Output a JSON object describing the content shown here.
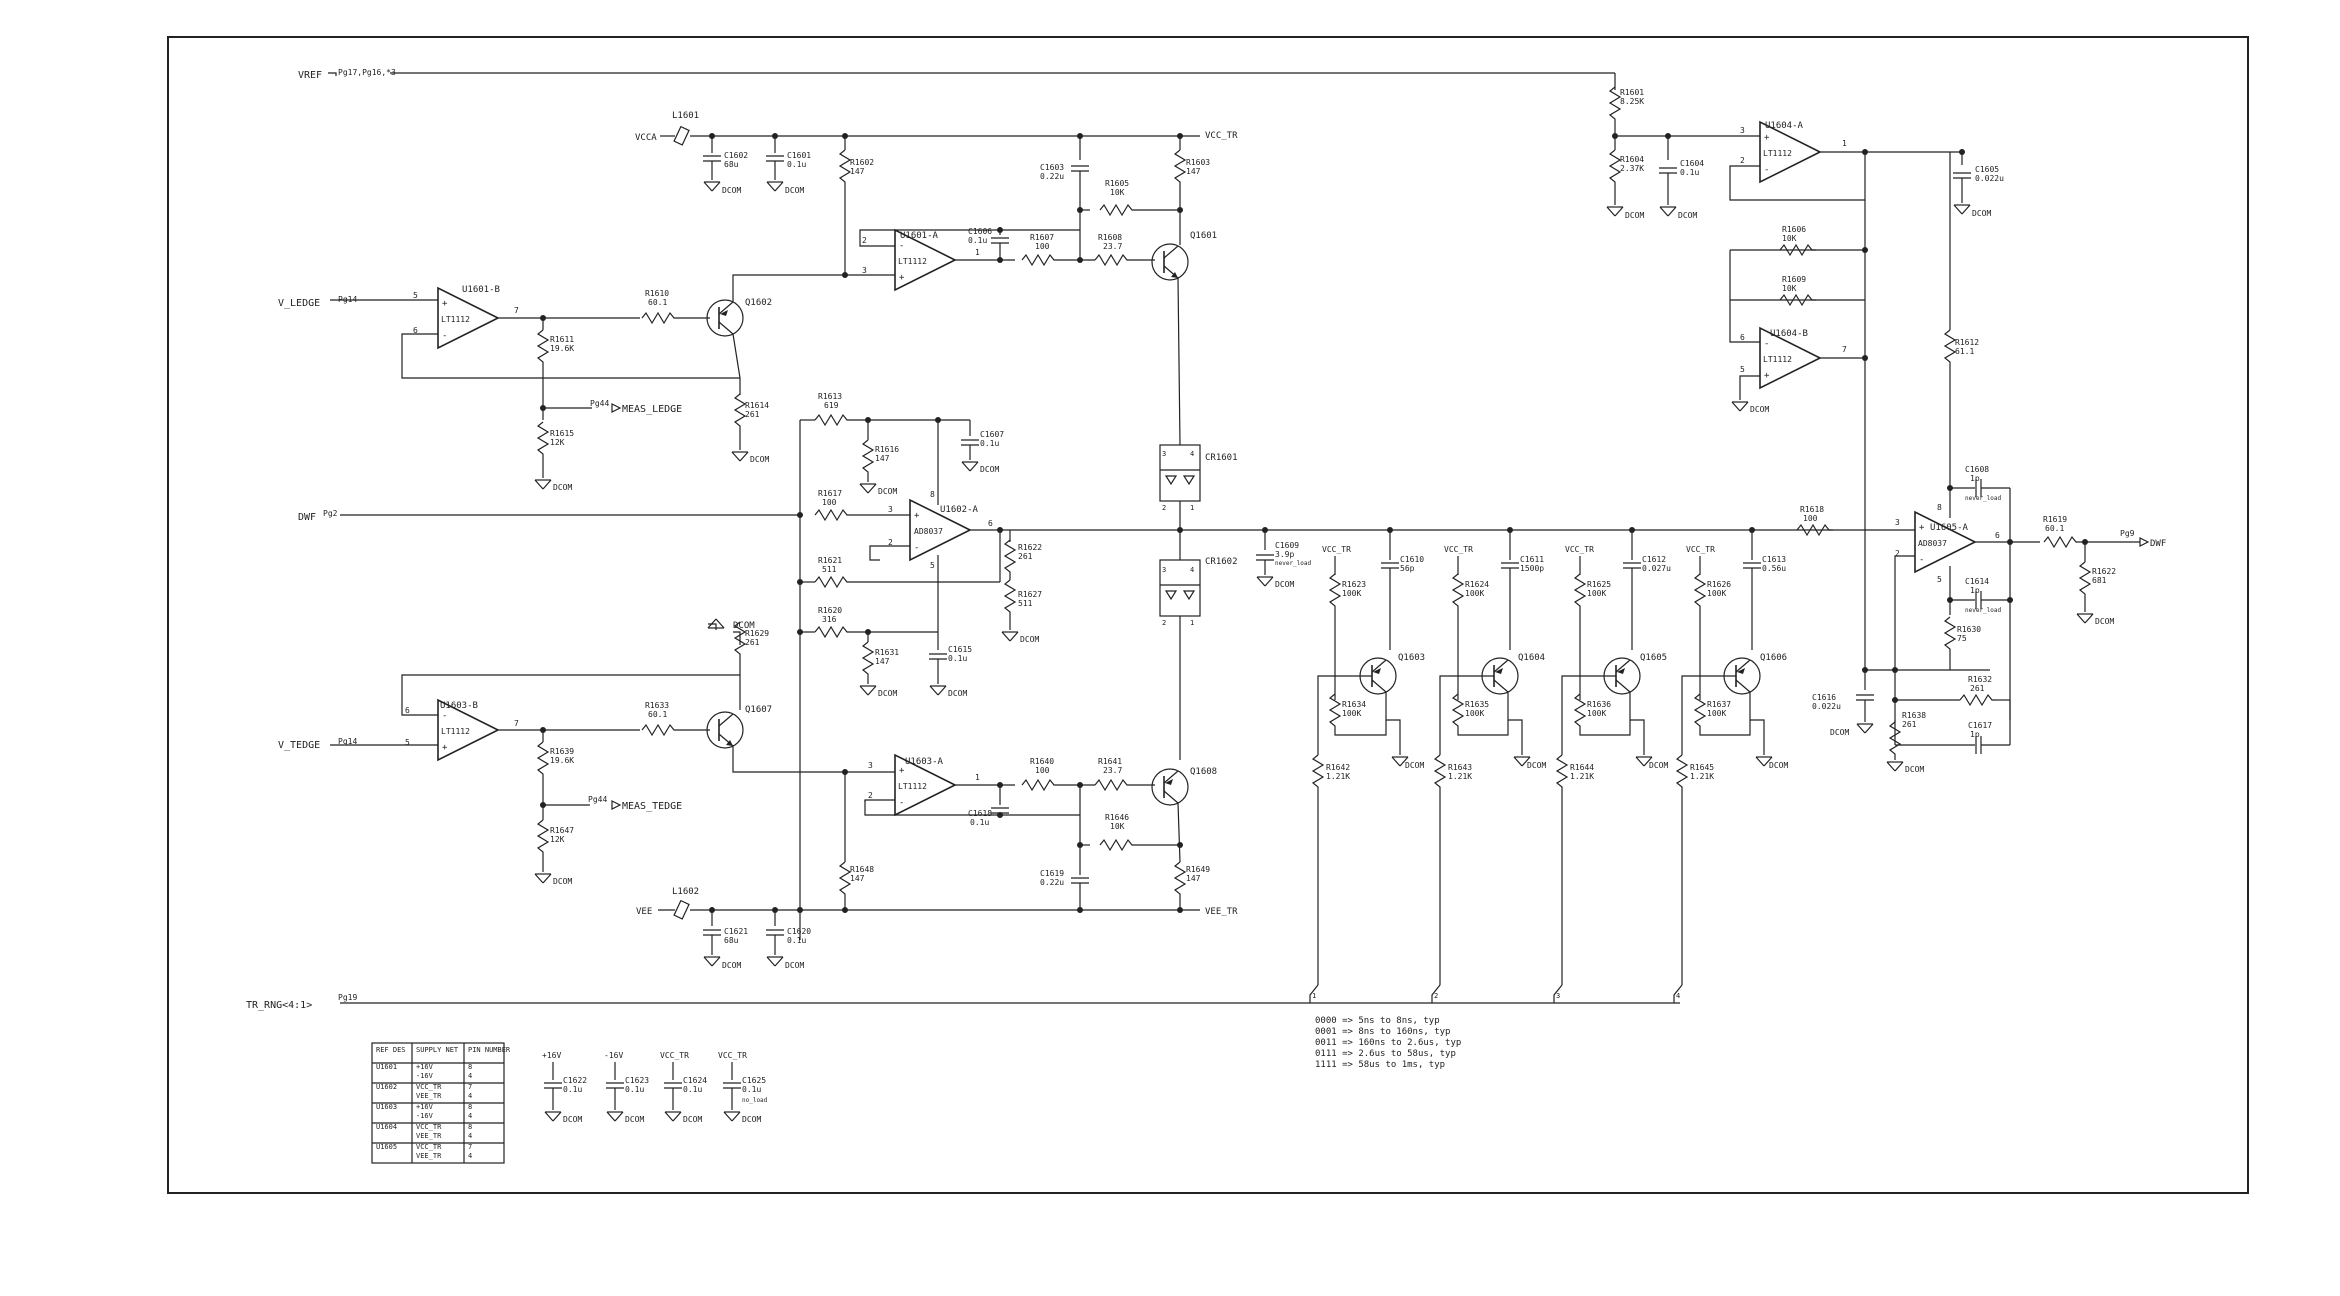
{
  "ports": {
    "vref": "VREF",
    "vref_ref": "Pg17,Pg16,*3",
    "vl_edge": "V_LEDGE",
    "vl_edge_ref": "Pg14",
    "dwf_in": "DWF",
    "dwf_in_ref": "Pg2",
    "vt_edge": "V_TEDGE",
    "vt_edge_ref": "Pg14",
    "tr_rng": "TR_RNG<4:1>",
    "tr_rng_ref": "Pg19",
    "meas_ledge": "MEAS_LEDGE",
    "meas_ledge_ref": "Pg44",
    "meas_tedge": "MEAS_TEDGE",
    "meas_tedge_ref": "Pg44",
    "dwf_out": "DWF",
    "dwf_out_ref": "Pg9"
  },
  "nets": {
    "vcca": "VCCA",
    "vee": "VEE",
    "dcom": "DCOM",
    "vcc_tr": "VCC_TR",
    "vee_tr": "VEE_TR",
    "p16v": "+16V",
    "m16v": "-16V",
    "vcc_tr_small": "VCC_TR"
  },
  "opamps": {
    "u1601b": "U1601-B",
    "u1601a": "U1601-A",
    "u1602a": "U1602-A",
    "u1603b": "U1603-B",
    "u1603a": "U1603-A",
    "u1604a": "U1604-A",
    "u1604b": "U1604-B",
    "u1605a": "U1605-A",
    "lt1112": "LT1112",
    "ad8037": "AD8037"
  },
  "components": {
    "l1601": "L1601",
    "l1602": "L1602",
    "c1602": "C1602",
    "c1602_v": "68u",
    "c1601": "C1601",
    "c1601_v": "0.1u",
    "c1603": "C1603",
    "c1603_v": "0.22u",
    "c1606": "C1606",
    "c1606_v": "0.1u",
    "c1607": "C1607",
    "c1607_v": "0.1u",
    "c1615": "C1615",
    "c1615_v": "0.1u",
    "c1618": "C1618",
    "c1618_v": "0.1u",
    "c1619": "C1619",
    "c1619_v": "0.22u",
    "c1621": "C1621",
    "c1621_v": "68u",
    "c1620": "C1620",
    "c1620_v": "0.1u",
    "c1609": "C1609",
    "c1609_v": "3.9p",
    "c1609_n": "never_load",
    "c1610": "C1610",
    "c1610_v": "56p",
    "c1611": "C1611",
    "c1611_v": "1500p",
    "c1612": "C1612",
    "c1612_v": "0.027u",
    "c1613": "C1613",
    "c1613_v": "0.56u",
    "c1604": "C1604",
    "c1604_v": "0.1u",
    "c1605": "C1605",
    "c1605_v": "0.022u",
    "c1608": "C1608",
    "c1608_v": "1p",
    "c1608_n": "never_load",
    "c1614": "C1614",
    "c1614_v": "1p",
    "c1614_n": "never_load",
    "c1616": "C1616",
    "c1616_v": "0.022u",
    "c1617": "C1617",
    "c1617_v": "1p",
    "r1601": "R1601",
    "r1601_v": "8.25K",
    "r1604": "R1604",
    "r1604_v": "2.37K",
    "r1602": "R1602",
    "r1602_v": "147",
    "r1603": "R1603",
    "r1603_v": "147",
    "r1605": "R1605",
    "r1605_v": "10K",
    "r1607": "R1607",
    "r1607_v": "100",
    "r1608": "R1608",
    "r1608_v": "23.7",
    "r1610": "R1610",
    "r1610_v": "60.1",
    "r1611": "R1611",
    "r1611_v": "19.6K",
    "r1614": "R1614",
    "r1614_v": "261",
    "r1615": "R1615",
    "r1615_v": "12K",
    "r1613": "R1613",
    "r1613_v": "619",
    "r1616": "R1616",
    "r1616_v": "147",
    "r1617": "R1617",
    "r1617_v": "100",
    "r1621": "R1621",
    "r1621_v": "511",
    "r1620": "R1620",
    "r1620_v": "316",
    "r1622": "R1622",
    "r1622_v": "261",
    "r1627": "R1627",
    "r1627_v": "511",
    "r1631": "R1631",
    "r1631_v": "147",
    "r1629": "R1629",
    "r1629_v": "261",
    "r1633": "R1633",
    "r1633_v": "60.1",
    "r1639": "R1639",
    "r1639_v": "19.6K",
    "r1647": "R1647",
    "r1647_v": "12K",
    "r1640": "R1640",
    "r1640_v": "100",
    "r1641": "R1641",
    "r1641_v": "23.7",
    "r1646": "R1646",
    "r1646_v": "10K",
    "r1648": "R1648",
    "r1648_v": "147",
    "r1649": "R1649",
    "r1649_v": "147",
    "r1623": "R1623",
    "r1623_v": "100K",
    "r1624": "R1624",
    "r1624_v": "100K",
    "r1625": "R1625",
    "r1625_v": "100K",
    "r1626": "R1626",
    "r1626_v": "100K",
    "r1634": "R1634",
    "r1634_v": "100K",
    "r1635": "R1635",
    "r1635_v": "100K",
    "r1636": "R1636",
    "r1636_v": "100K",
    "r1637": "R1637",
    "r1637_v": "100K",
    "r1642": "R1642",
    "r1642_v": "1.21K",
    "r1643": "R1643",
    "r1643_v": "1.21K",
    "r1644": "R1644",
    "r1644_v": "1.21K",
    "r1645": "R1645",
    "r1645_v": "1.21K",
    "r1618": "R1618",
    "r1618_v": "100",
    "r1606": "R1606",
    "r1606_v": "10K",
    "r1609": "R1609",
    "r1609_v": "10K",
    "r1612": "R1612",
    "r1612_v": "61.1",
    "r1619": "R1619",
    "r1619_v": "60.1",
    "r1622b": "R1622",
    "r1622b_v": "681",
    "r1630": "R1630",
    "r1630_v": "75",
    "r1632": "R1632",
    "r1632_v": "261",
    "r1638": "R1638",
    "r1638_v": "261",
    "q1601": "Q1601",
    "q1602": "Q1602",
    "q1607": "Q1607",
    "q1608": "Q1608",
    "q1603": "Q1603",
    "q1604": "Q1604",
    "q1605": "Q1605",
    "q1606": "Q1606",
    "cr1601": "CR1601",
    "cr1602": "CR1602",
    "c1622": "C1622",
    "c1622_v": "0.1u",
    "c1623": "C1623",
    "c1623_v": "0.1u",
    "c1624": "C1624",
    "c1624_v": "0.1u",
    "c1625": "C1625",
    "c1625_v": "0.1u",
    "c1625_n": "no_load"
  },
  "range_notes": [
    "0000 => 5ns to 8ns, typ",
    "0001 => 8ns to 160ns, typ",
    "0011 => 160ns to 2.6us, typ",
    "0111 => 2.6us to 58us, typ",
    "1111 => 58us to 1ms, typ"
  ],
  "supply_table": {
    "headers": [
      "REF DES",
      "SUPPLY NET",
      "PIN NUMBER"
    ],
    "rows": [
      [
        "U1601",
        "+16V",
        "8"
      ],
      [
        "",
        "-16V",
        "4"
      ],
      [
        "U1602",
        "VCC_TR",
        "7"
      ],
      [
        "",
        "VEE_TR",
        "4"
      ],
      [
        "U1603",
        "+16V",
        "8"
      ],
      [
        "",
        "-16V",
        "4"
      ],
      [
        "U1604",
        "VCC_TR",
        "8"
      ],
      [
        "",
        "VEE_TR",
        "4"
      ],
      [
        "U1605",
        "VCC_TR",
        "7"
      ],
      [
        "",
        "VEE_TR",
        "4"
      ]
    ]
  }
}
